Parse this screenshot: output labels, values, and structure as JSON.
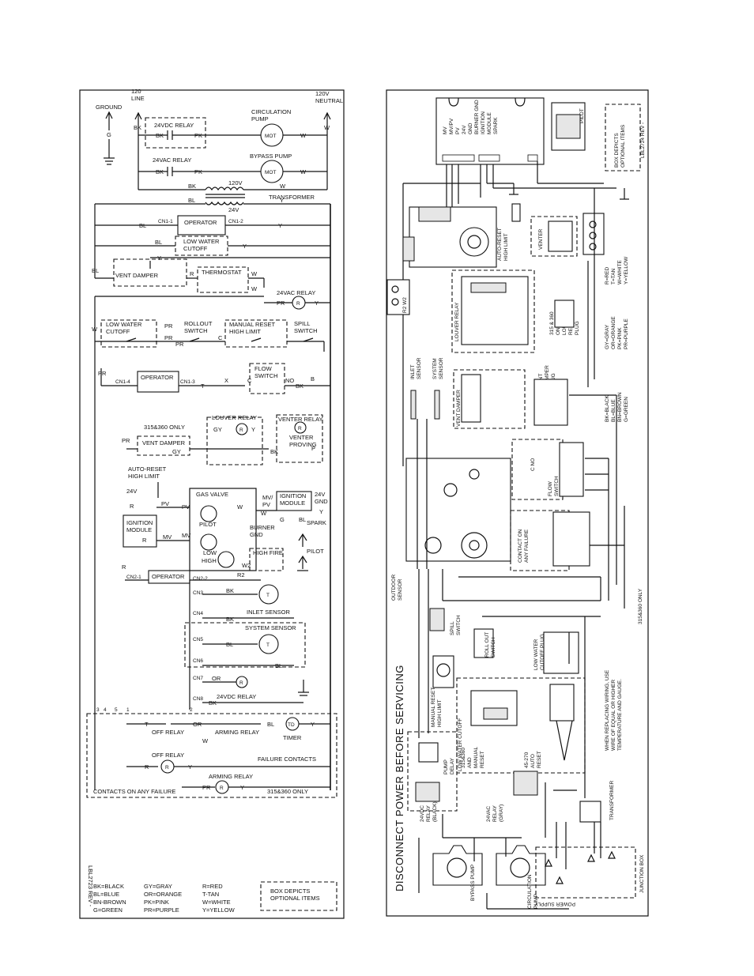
{
  "left": {
    "ground": "GROUND",
    "g": "G",
    "line_120": "120\nLINE",
    "neutral_120": "120V\nNEUTRAL",
    "w": "W",
    "bk": "BK",
    "pk": "PK",
    "bl": "BL",
    "y": "Y",
    "r": "R",
    "pr": "PR",
    "gy": "GY",
    "or": "OR",
    "t": "T",
    "c": "C",
    "x": "X",
    "b": "B",
    "no": "NO",
    "p": "P",
    "mv": "MV",
    "pv": "PV",
    "w2": "W2",
    "relay_24vdc": "24VDC RELAY",
    "relay_24vac": "24VAC RELAY",
    "circulation_pump": "CIRCULATION\nPUMP",
    "bypass_pump": "BYPASS PUMP",
    "mot": "MOT",
    "v120": "120V",
    "v24": "24V",
    "transformer": "TRANSFORMER",
    "cn1_1": "CN1-1",
    "cn1_2": "CN1-2",
    "cn1_3": "CN1-3",
    "cn1_4": "CN1-4",
    "operator": "OPERATOR",
    "low_water_cutoff": "LOW WATER\nCUTOFF",
    "thermostat": "THERMOSTAT",
    "vent_damper": "VENT DAMPER",
    "relay_24vac_2": "24VAC RELAY",
    "rollout_switch": "ROLLOUT\nSWITCH",
    "manual_reset_high_limit": "MANUAL RESET\nHIGH LIMIT",
    "spill_switch": "SPILL\nSWITCH",
    "flow_switch": "FLOW\nSWITCH",
    "louver_relay": "LOUVER RELAY",
    "venter_relay": "VENTER RELAY",
    "only_315_360": "315&360 ONLY",
    "venter_proving": "VENTER\nPROVING",
    "auto_reset_high_limit": "AUTO-RESET\nHIGH LIMIT",
    "gas_valve": "GAS VALVE",
    "pilot": "PILOT",
    "low": "LOW",
    "high": "HIGH",
    "mv_pv": "MV/\nPV",
    "ignition_module": "IGNITION\nMODULE",
    "v24_gnd": "24V\nGND",
    "spark": "SPARK",
    "burner_gnd": "BURNER\nGND",
    "high_fire": "HIGH FIRE",
    "r2": "R2",
    "cn2_1": "CN2-1",
    "cn2_2": "CN2-2",
    "cn3": "CN3",
    "cn4": "CN4",
    "cn5": "CN5",
    "cn6": "CN6",
    "cn7": "CN7",
    "cn8": "CN8",
    "inlet_sensor": "INLET SENSOR",
    "system_sensor": "SYSTEM SENSOR",
    "relay_24vdc_2": "24VDC RELAY",
    "off_relay": "OFF RELAY",
    "arming_relay": "ARMING RELAY",
    "td": "TD",
    "timer": "TIMER",
    "failure_contacts": "FAILURE CONTACTS",
    "contacts_on_any_failure": "CONTACTS ON ANY FAILURE",
    "lbl_rev": "LBL2723 REV -",
    "legend": [
      "BK=BLACK",
      "GY=GRAY",
      "R=RED",
      "BL=BLUE",
      "OR=ORANGE",
      "T-TAN",
      "BN-BROWN",
      "PK=PINK",
      "W=WHITE",
      "G=GREEN",
      "PR=PURPLE",
      "Y=YELLOW"
    ],
    "box_depicts": "BOX DEPICTS\nOPTIONAL ITEMS"
  },
  "right": {
    "disconnect": "DISCONNECT POWER BEFORE SERVICING",
    "lbl_rev": "LBL2724 REV -",
    "box_depicts": "BOX DEPICTS\nOPTIONAL ITEMS",
    "module_labels": "MV\nMV/PV\nPV\n24V\nGND\nBURNER GND\nIGNITION\nMODULE\nSPARK",
    "pilot": "PILOT",
    "auto_reset_high_limit": "AUTO-RESET\nHIGH LIMIT",
    "venter": "VENTER",
    "louver_relay": "LOUVER RELAY",
    "louver_plug": "315 & 360\nONLY\nLOUVER\nRELAY\nPLUG",
    "r2w2": "R2 W2",
    "inlet_sensor": "INLET\nSENSOR",
    "system_sensor": "SYSTEM\nSENSOR",
    "vent_damper": "VENT DAMPER",
    "vent_damper_plug": "VENT\nDAMPER\nPLUG",
    "flow_switch": "FLOW\nSWITCH",
    "c_no": "C   NO",
    "contact_failure": "CONTACT ON\nANY FAILURE",
    "outdoor_sensor": "OUTDOOR\nSENSOR",
    "spill_switch": "SPILL\nSWITCH",
    "rollout_switch": "ROLL OUT\nSWITCH",
    "manual_reset_high_limit": "MANUAL RESET\nHIGH LIMIT",
    "low_water_cutoff": "LOW WATER CUTOFF",
    "lwco_plug": "LOW WATER\nCUTOFF PLUG",
    "lwco_315": "315&360\nAND\nMANUAL\nRESET",
    "lwco_45": "45-270\nAUTO\nRESET",
    "pump_delay": "PUMP\nDELAY",
    "relay_24vdc": "24VDC\nRELAY\n(BLACK)",
    "relay_24vac": "24VAC\nRELAY\n(GRAY)",
    "transformer": "TRANSFORMER",
    "junction_box": "JUNCTION BOX",
    "power_supply": "POWER SUPPLY",
    "bypass_pump": "BYPASS PUMP",
    "circulation_pump": "CIRCULATION\nPUMP",
    "only_315_360": "315&360 ONLY",
    "replacing_note": "WHEN REPLACING WIRING, USE\nWIRE OF EQUAL OR HIGHER\nTEMPERATURE AND GAUGE.",
    "legend": [
      "R=RED",
      "T=TAN",
      "W=WHITE",
      "Y=YELLOW",
      "GY=GRAY",
      "OR=ORANGE",
      "PK=PINK",
      "PR=PURPLE",
      "BK=BLACK",
      "BL=BLUE",
      "BN=BROWN",
      "G=GREEN"
    ]
  }
}
